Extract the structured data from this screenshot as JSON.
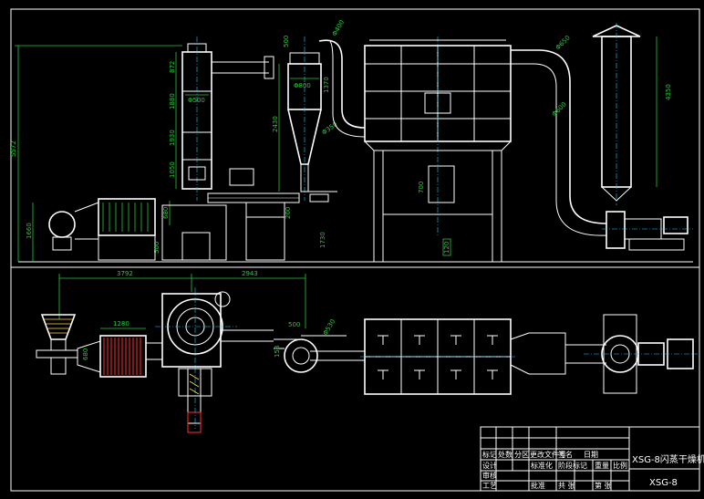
{
  "drawing": {
    "dims_elevation": {
      "total_height": "5572",
      "tower_top": "872",
      "tower_seg1": "1880",
      "tower_seg2": "1930",
      "tower_seg3": "1050",
      "tower_dia": "Φ500",
      "cyclone_a": "500",
      "cyclone_dia": "Φ800",
      "cyclone_b": "1370",
      "cyclone_h": "2430",
      "cyclone_out": "Φ350",
      "furnace_h": "1660",
      "base_h": "500",
      "mid_h": "680",
      "feed_h": "200",
      "lower_h": "1730",
      "pipe_dia": "Φ400",
      "fan_dia": "Φ650",
      "stack_h": "4350",
      "stack_dia": "Φ650",
      "duct_dia": "Φ600",
      "filter_h": "700",
      "small_w": "120"
    },
    "dims_plan": {
      "span_a": "3792",
      "span_b": "2943",
      "heater_w": "1280",
      "heater_h": "680",
      "fan_w": "500",
      "fan_h": "158",
      "fan_dia": "Φ530"
    },
    "title_block": {
      "title": "XSG-8闪蒸干燥机",
      "drawing_no": "XSG-8",
      "header_cells": [
        "标记",
        "处数",
        "分区",
        "更改文件号",
        "签名",
        "日期"
      ],
      "role_cells": [
        "设计",
        "标准化",
        "审核",
        "工艺",
        "批准"
      ],
      "stage_cells": [
        "阶段标记",
        "重量",
        "比例"
      ],
      "sheet_cells": [
        "共 张",
        "第 张"
      ]
    }
  }
}
